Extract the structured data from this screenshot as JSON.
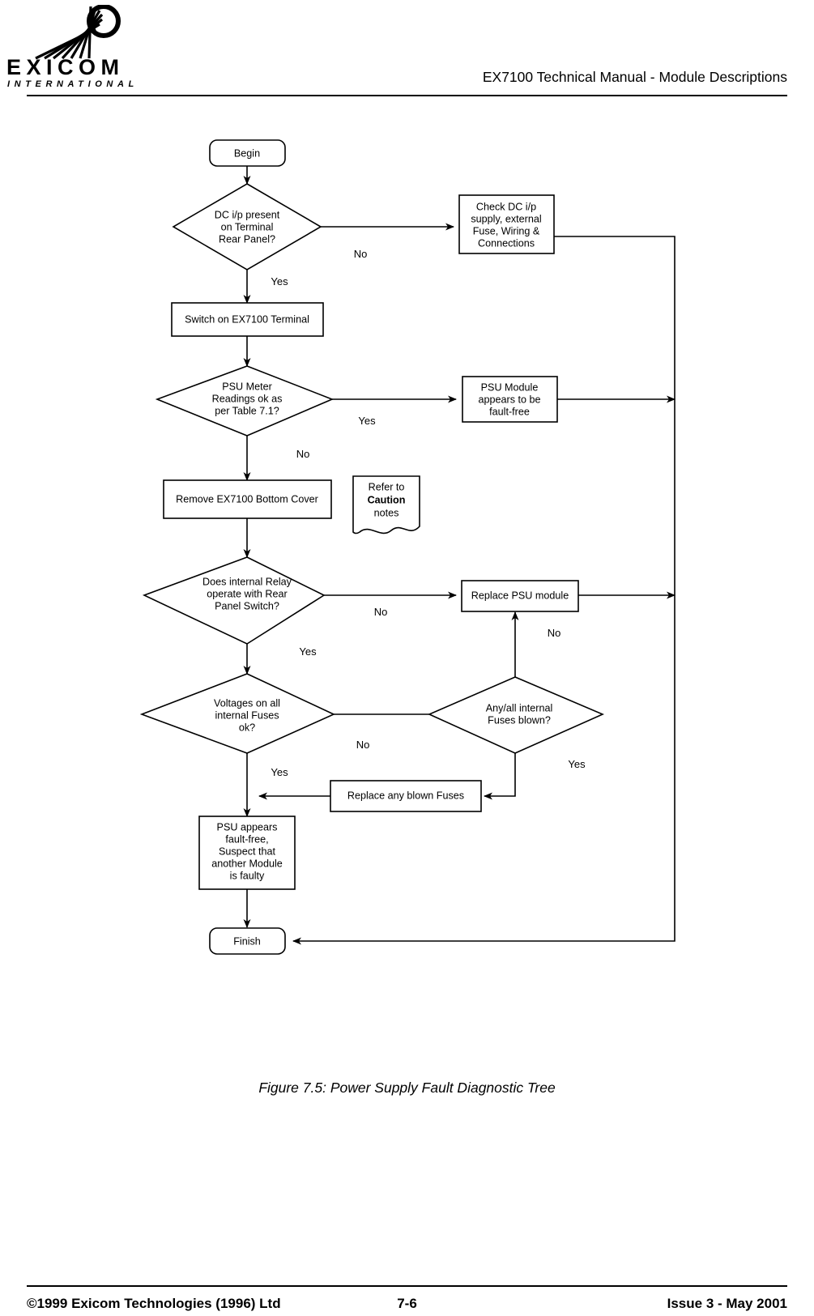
{
  "header": {
    "logo_name": "EXICOM",
    "logo_sub": "INTERNATIONAL",
    "title": "EX7100 Technical Manual - Module Descriptions"
  },
  "figure": {
    "caption": "Figure 7.5: Power Supply Fault Diagnostic Tree"
  },
  "footer": {
    "copyright": "©1999 Exicom Technologies (1996) Ltd",
    "page_number": "7-6",
    "issue": "Issue 3 - May 2001"
  },
  "flowchart": {
    "nodes": {
      "begin": {
        "label": "Begin"
      },
      "dc_present": {
        "line1": "DC i/p present",
        "line2": "on Terminal",
        "line3": "Rear Panel?"
      },
      "check_dc": {
        "line1": "Check DC i/p",
        "line2": "supply, external",
        "line3": "Fuse, Wiring &",
        "line4": "Connections"
      },
      "switch_on": {
        "label": "Switch on EX7100 Terminal"
      },
      "psu_meter": {
        "line1": "PSU Meter",
        "line2": "Readings ok as",
        "line3": "per Table 7.1?"
      },
      "psu_fault_free": {
        "line1": "PSU Module",
        "line2": "appears to be",
        "line3": "fault-free"
      },
      "remove_cover": {
        "label": "Remove EX7100 Bottom Cover"
      },
      "caution_note": {
        "line1": "Refer to",
        "line2": "Caution",
        "line3": "notes"
      },
      "relay_op": {
        "line1": "Does internal Relay",
        "line2": "operate with Rear",
        "line3": "Panel Switch?"
      },
      "replace_psu": {
        "label": "Replace PSU module"
      },
      "voltages_ok": {
        "line1": "Voltages on all",
        "line2": "internal Fuses",
        "line3": "ok?"
      },
      "fuses_blown": {
        "line1": "Any/all internal",
        "line2": "Fuses blown?"
      },
      "replace_fuses": {
        "label": "Replace any blown Fuses"
      },
      "psu_suspect": {
        "line1": "PSU appears",
        "line2": "fault-free,",
        "line3": "Suspect that",
        "line4": "another Module",
        "line5": "is faulty"
      },
      "finish": {
        "label": "Finish"
      }
    },
    "edge_labels": {
      "dc_no": "No",
      "dc_yes": "Yes",
      "meter_yes": "Yes",
      "meter_no": "No",
      "relay_no": "No",
      "relay_yes": "Yes",
      "voltages_no": "No",
      "voltages_yes": "Yes",
      "fuses_no": "No",
      "fuses_yes": "Yes"
    }
  }
}
